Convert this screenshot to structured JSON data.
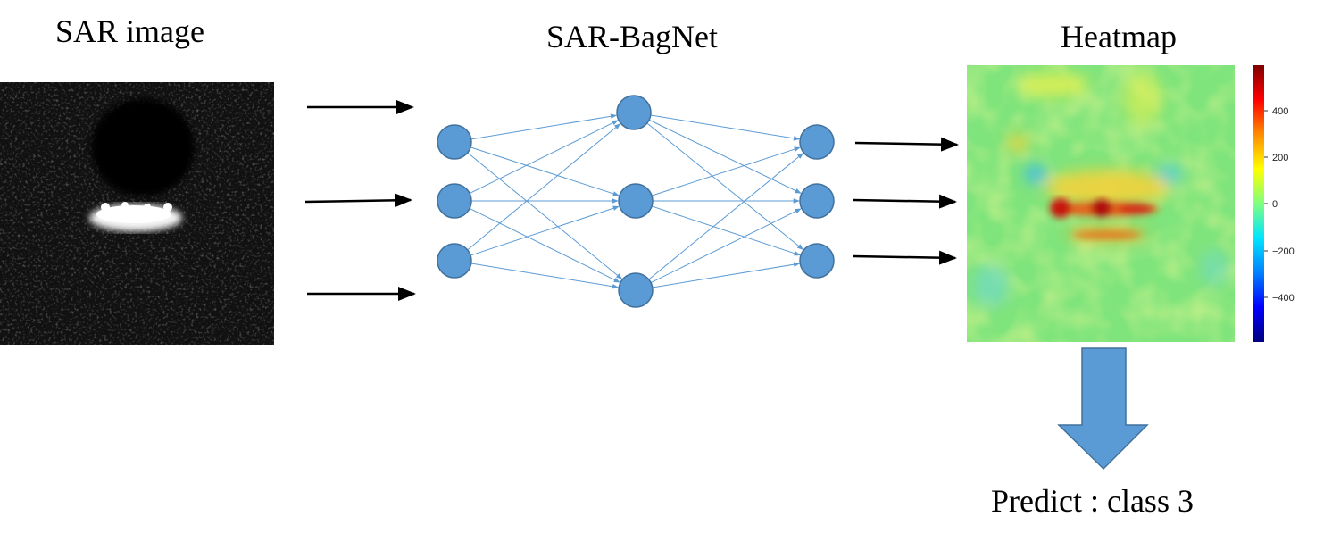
{
  "titles": {
    "sar_image": "SAR image",
    "network": "SAR-BagNet",
    "heatmap": "Heatmap"
  },
  "prediction": {
    "text": "Predict : class 3"
  },
  "colorbar": {
    "ticks": [
      "400",
      "200",
      "0",
      "−200",
      "−400"
    ],
    "colors": [
      "#7f0000",
      "#ff0000",
      "#ff8c00",
      "#ffff00",
      "#7fff7f",
      "#00e5ff",
      "#0080ff",
      "#0000ff",
      "#00007f"
    ]
  },
  "colors": {
    "node_fill": "#5b9bd5",
    "node_stroke": "#41719c",
    "edge": "#5b9bd5",
    "arrow": "#000000",
    "heatmap_base": "#7ee87a",
    "down_arrow_fill": "#5b9bd5"
  },
  "network": {
    "layer_sizes": [
      3,
      3,
      3
    ]
  }
}
